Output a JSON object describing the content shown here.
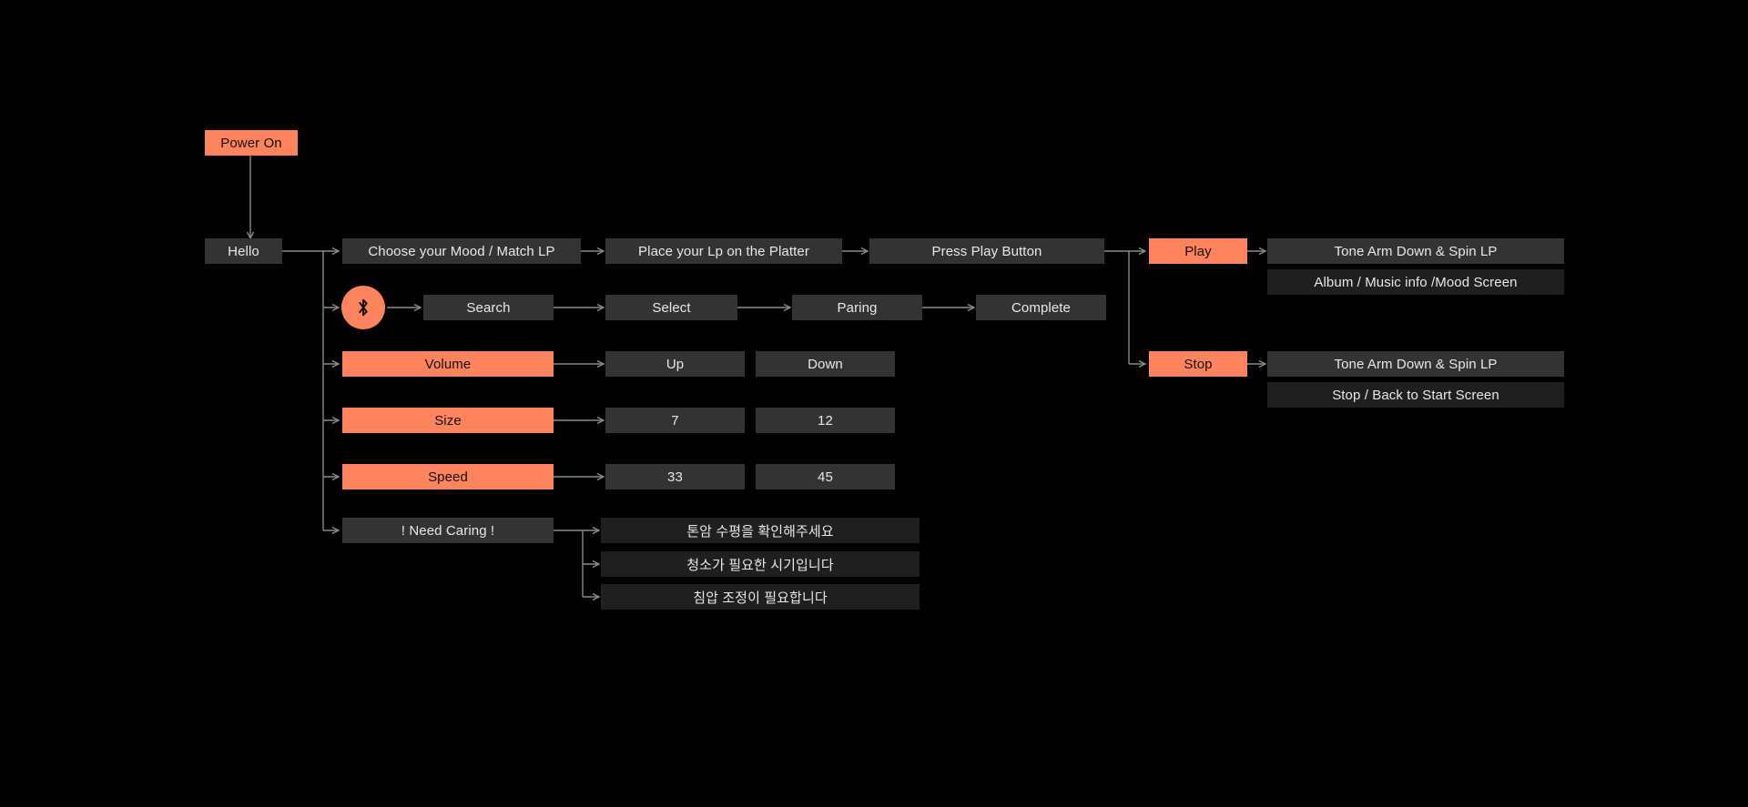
{
  "meta": {
    "title": "Turntable UI Flow Diagram",
    "background_color": "#000000",
    "accent_color": "#ff835c",
    "box_color": "#333333",
    "box_color_alt": "#1f1f1f",
    "text_color": "#e8e8e8",
    "edge_color": "#8a8a8a"
  },
  "nodes": {
    "power_on": {
      "label": "Power On",
      "style": "accent"
    },
    "hello": {
      "label": "Hello",
      "style": "dark"
    },
    "choose_mood": {
      "label": "Choose your Mood / Match LP",
      "style": "dark"
    },
    "place_lp": {
      "label": "Place your Lp on the Platter",
      "style": "dark"
    },
    "press_play": {
      "label": "Press Play Button",
      "style": "dark"
    },
    "play": {
      "label": "Play",
      "style": "accent"
    },
    "play_out_1": {
      "label": "Tone Arm Down & Spin LP",
      "style": "dark"
    },
    "play_out_2": {
      "label": "Album / Music info /Mood Screen",
      "style": "darker"
    },
    "stop": {
      "label": "Stop",
      "style": "accent"
    },
    "stop_out_1": {
      "label": "Tone Arm Down & Spin LP",
      "style": "dark"
    },
    "stop_out_2": {
      "label": "Stop / Back to Start Screen",
      "style": "darker"
    },
    "bluetooth": {
      "label": "bluetooth-icon",
      "style": "accent-circle"
    },
    "bt_search": {
      "label": "Search",
      "style": "dark"
    },
    "bt_select": {
      "label": "Select",
      "style": "dark"
    },
    "bt_paring": {
      "label": "Paring",
      "style": "dark"
    },
    "bt_complete": {
      "label": "Complete",
      "style": "dark"
    },
    "volume": {
      "label": "Volume",
      "style": "accent"
    },
    "volume_up": {
      "label": "Up",
      "style": "dark"
    },
    "volume_down": {
      "label": "Down",
      "style": "dark"
    },
    "size": {
      "label": "Size",
      "style": "accent"
    },
    "size_7": {
      "label": "7",
      "style": "dark"
    },
    "size_12": {
      "label": "12",
      "style": "dark"
    },
    "speed": {
      "label": "Speed",
      "style": "accent"
    },
    "speed_33": {
      "label": "33",
      "style": "dark"
    },
    "speed_45": {
      "label": "45",
      "style": "dark"
    },
    "need_caring": {
      "label": "! Need Caring !",
      "style": "dark"
    },
    "care_msg_1": {
      "label": "톤암 수평을 확인해주세요",
      "style": "darker"
    },
    "care_msg_2": {
      "label": "청소가 필요한 시기입니다",
      "style": "darker"
    },
    "care_msg_3": {
      "label": "침압 조정이 필요합니다",
      "style": "darker"
    }
  }
}
